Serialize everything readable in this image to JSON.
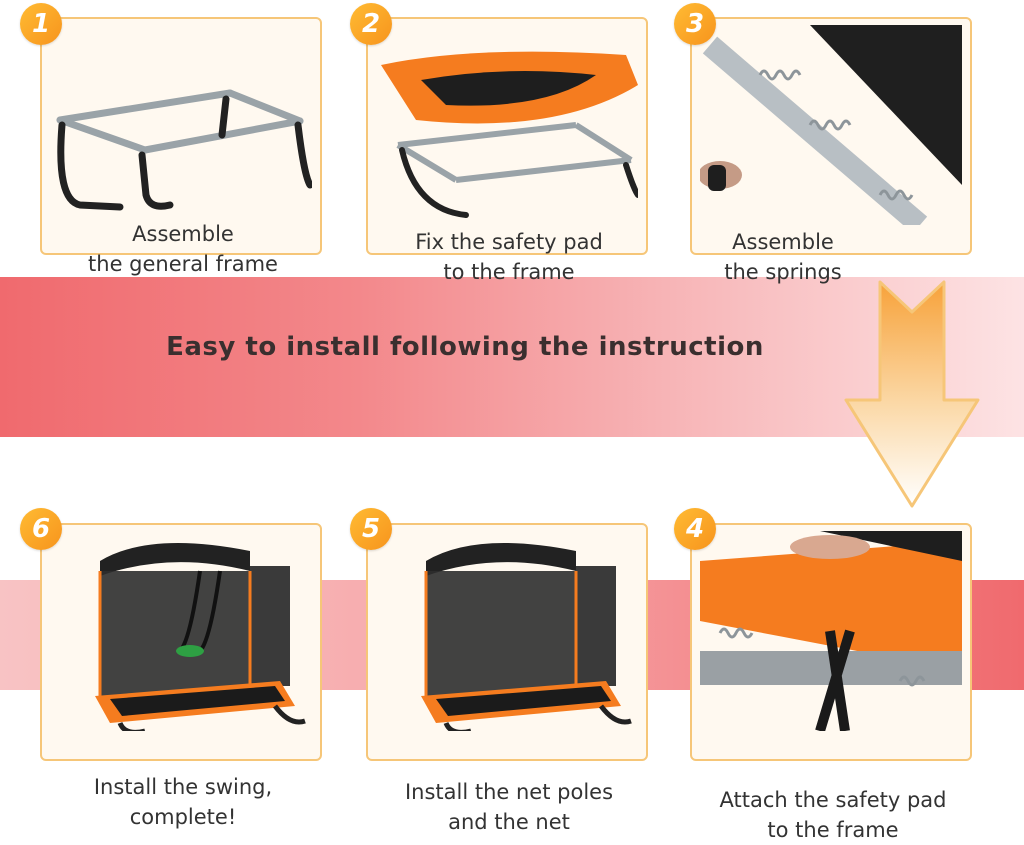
{
  "headline": "Easy to install following the instruction",
  "steps": [
    {
      "number": "1",
      "caption_line1": "Assemble",
      "caption_line2": "the general frame"
    },
    {
      "number": "2",
      "caption_line1": "Fix the safety pad",
      "caption_line2": "to the frame"
    },
    {
      "number": "3",
      "caption_line1": "Assemble",
      "caption_line2": "the springs"
    },
    {
      "number": "4",
      "caption_line1": "Attach the safety pad",
      "caption_line2": "to the frame"
    },
    {
      "number": "5",
      "caption_line1": "Install the net poles",
      "caption_line2": "and the net"
    },
    {
      "number": "6",
      "caption_line1": "Install the swing,",
      "caption_line2": "complete!"
    }
  ],
  "colors": {
    "accent_orange": "#f7941d",
    "card_border": "#f6c678",
    "band_red": "#f06a6e",
    "pad_orange": "#f57c1f"
  },
  "icons": [
    "down-arrow-icon"
  ]
}
